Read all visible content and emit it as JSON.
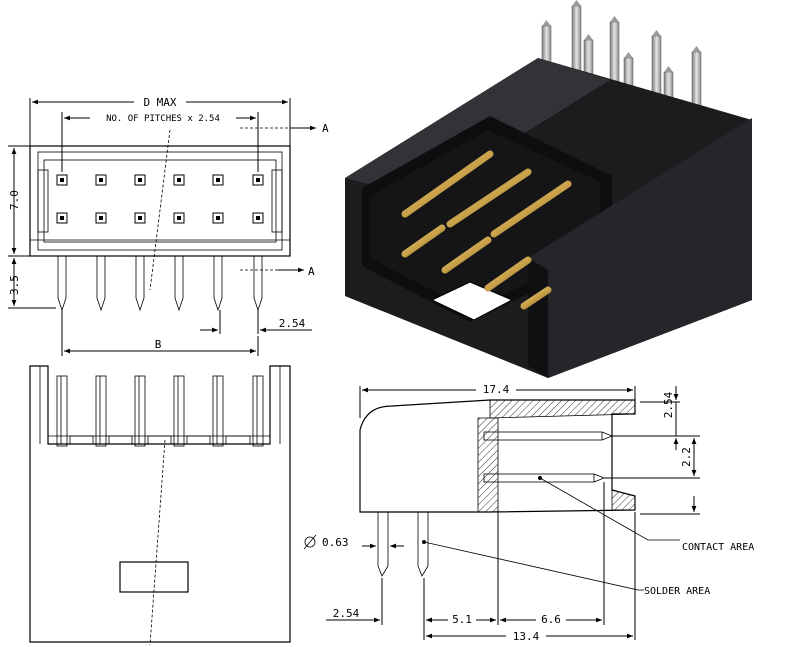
{
  "labels": {
    "d_max": "D MAX",
    "pitches": "NO. OF PITCHES x 2.54",
    "section_a_top": "A",
    "section_a_bottom": "A",
    "dim_7_0": "7.0",
    "dim_3_5": "3.5",
    "dim_2_54_top": "2.54",
    "dim_b": "B",
    "dim_17_4": "17.4",
    "dim_2_54_side": "2.54",
    "dim_2_2": "2.2",
    "dim_0_63": "0.63",
    "contact_area": "CONTACT AREA",
    "solder_area": "SOLDER AREA",
    "dim_2_54_bottom": "2.54",
    "dim_5_1": "5.1",
    "dim_6_6": "6.6",
    "dim_13_4": "13.4"
  },
  "colors": {
    "housing": "#1c1c1e",
    "housing_light": "#3a3a3e",
    "pin_gold": "#c9a24a",
    "pin_silver": "#b8b8b8"
  }
}
